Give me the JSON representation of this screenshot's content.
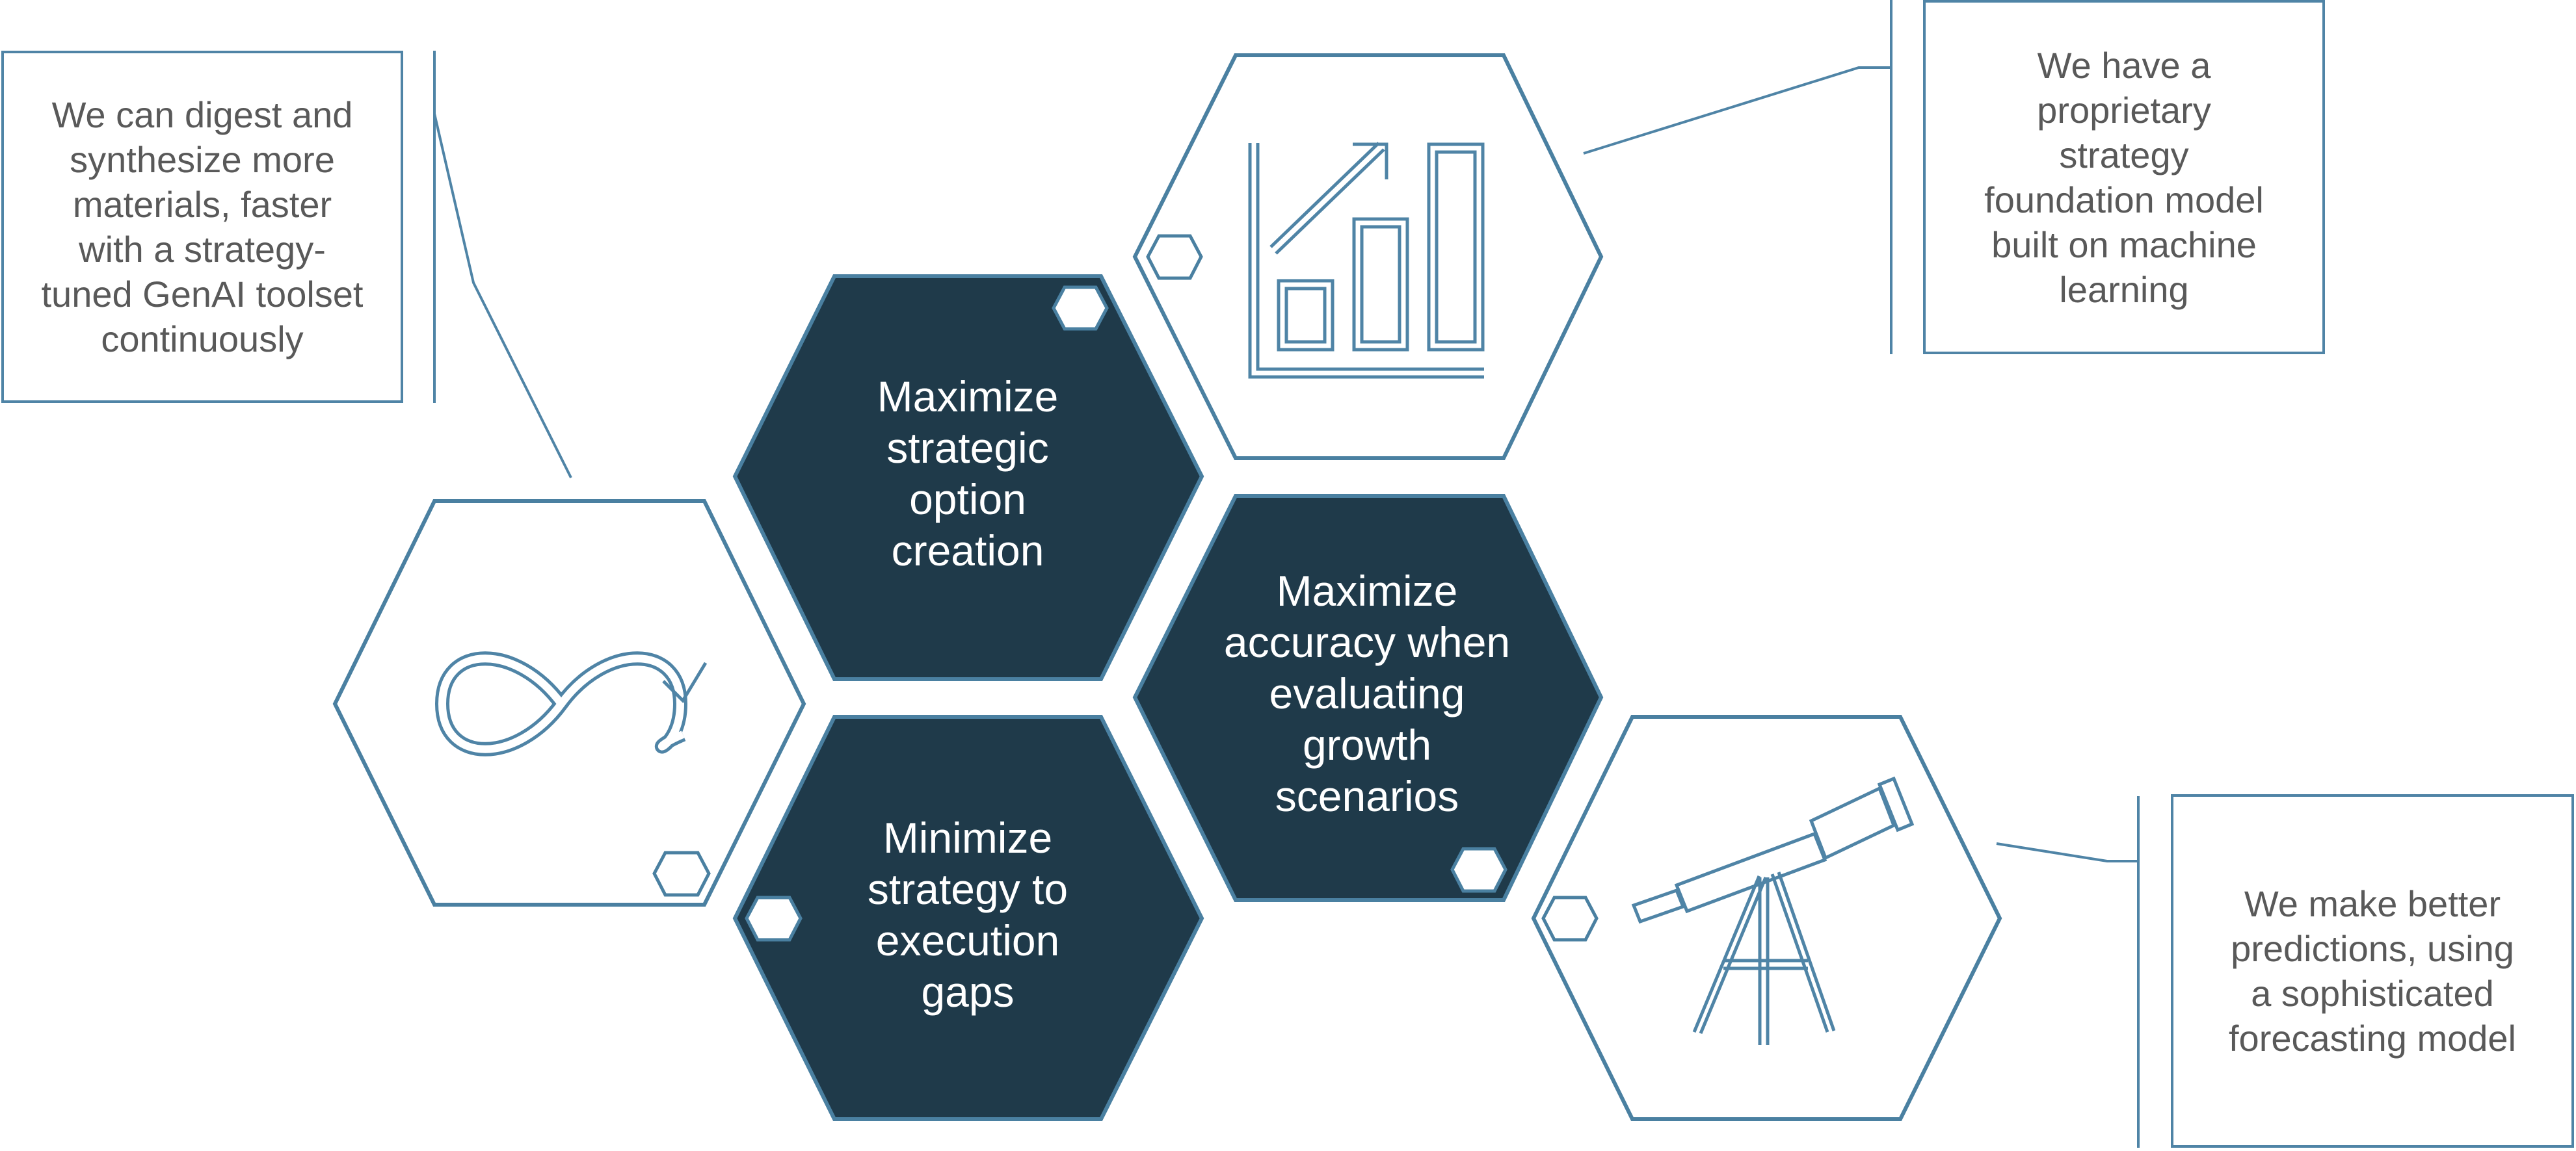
{
  "colors": {
    "outline": "#4a80a1",
    "dark_fill": "#1f3a4a",
    "callout_text": "#595959",
    "center_text": "#ffffff"
  },
  "hexagons": [
    {
      "id": "infinity",
      "style": "outline",
      "icon": "infinity-loop-icon",
      "lines": []
    },
    {
      "id": "option-creation",
      "style": "dark",
      "lines": [
        "Maximize",
        "strategic",
        "option",
        "creation"
      ]
    },
    {
      "id": "execution-gaps",
      "style": "dark",
      "lines": [
        "Minimize",
        "strategy to",
        "execution",
        "gaps"
      ]
    },
    {
      "id": "chart",
      "style": "outline",
      "icon": "bar-chart-growth-icon",
      "lines": []
    },
    {
      "id": "accuracy",
      "style": "dark",
      "lines": [
        "Maximize",
        "accuracy when",
        "evaluating",
        "growth",
        "scenarios"
      ]
    },
    {
      "id": "telescope",
      "style": "outline",
      "icon": "telescope-icon",
      "lines": []
    }
  ],
  "callouts": {
    "genai": [
      "We can digest and",
      "synthesize more",
      "materials, faster",
      "with a strategy-",
      "tuned GenAI  toolset",
      "continuously"
    ],
    "foundation": [
      "We have a",
      "proprietary",
      "strategy",
      "foundation model",
      "built on machine",
      "learning"
    ],
    "forecasting": [
      "We make better",
      "predictions, using",
      "a sophisticated",
      "forecasting model"
    ]
  }
}
